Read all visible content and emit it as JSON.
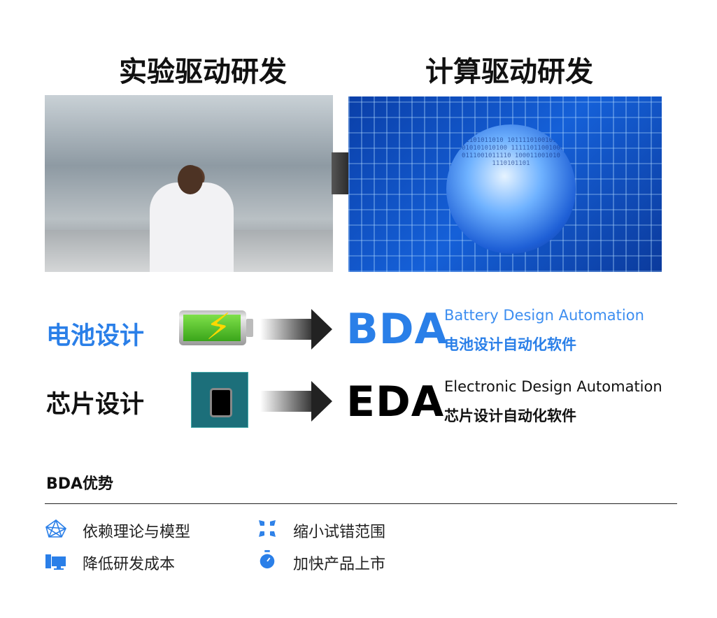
{
  "titles": {
    "left": "实验驱动研发",
    "right": "计算驱动研发"
  },
  "photos": {
    "sphere_text": "01101011010 10111101001011 0010101010100 11111011001000 0111001011110 100011001010 1110101101"
  },
  "rows": [
    {
      "label": "电池设计",
      "abbr": "BDA",
      "en": "Battery Design Automation",
      "cn": "电池设计自动化软件",
      "icon": "battery-icon"
    },
    {
      "label": "芯片设计",
      "abbr": "EDA",
      "en": "Electronic Design Automation",
      "cn": "芯片设计自动化软件",
      "icon": "chip-icon"
    }
  ],
  "advantages": {
    "title": "BDA优势",
    "items": [
      {
        "text": "依赖理论与模型",
        "icon": "network-icon"
      },
      {
        "text": "缩小试错范围",
        "icon": "compress-icon"
      },
      {
        "text": "降低研发成本",
        "icon": "computer-icon"
      },
      {
        "text": "加快产品上市",
        "icon": "stopwatch-icon"
      }
    ]
  },
  "colors": {
    "accent": "#2a7fe8",
    "text": "#111111"
  }
}
